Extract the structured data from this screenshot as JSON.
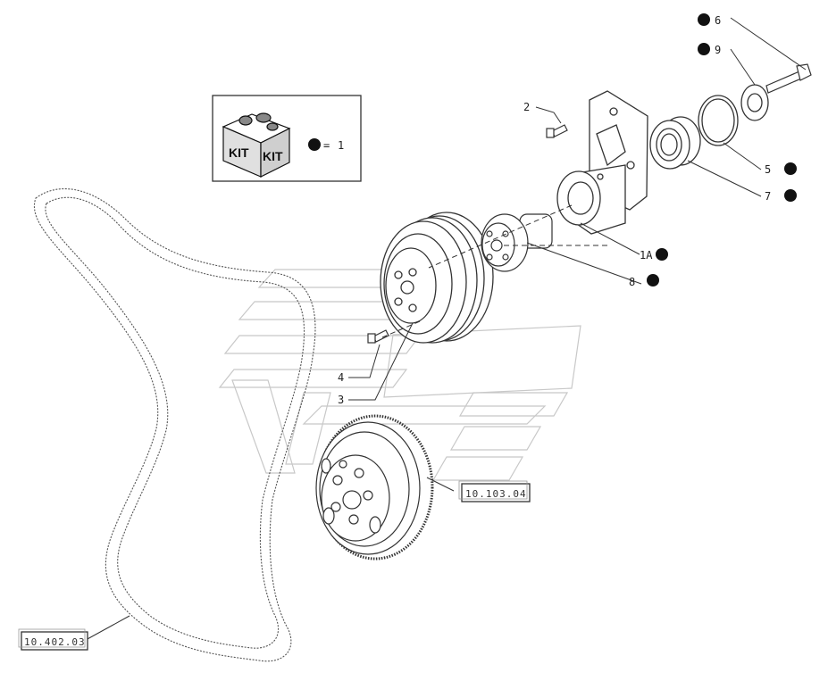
{
  "kit_legend": {
    "kit_text_left": "KIT",
    "kit_text_right": "KIT",
    "equals": "=",
    "value": "1"
  },
  "callouts": [
    {
      "id": "c6",
      "label": "6",
      "bullet": true
    },
    {
      "id": "c9",
      "label": "9",
      "bullet": true
    },
    {
      "id": "c2a",
      "label": "2",
      "bullet": false
    },
    {
      "id": "c5",
      "label": "5",
      "bullet": true
    },
    {
      "id": "c7",
      "label": "7",
      "bullet": true
    },
    {
      "id": "c1A",
      "label": "1A",
      "bullet": true
    },
    {
      "id": "c8",
      "label": "8",
      "bullet": true
    },
    {
      "id": "c4",
      "label": "4",
      "bullet": false
    },
    {
      "id": "c3",
      "label": "3",
      "bullet": false
    }
  ],
  "references": {
    "flywheel_ref": "10.103.04",
    "belt_ref": "10.402.03"
  },
  "colors": {
    "line": "#333333",
    "watermark": "#bdbdbd",
    "bullet": "#111111"
  }
}
